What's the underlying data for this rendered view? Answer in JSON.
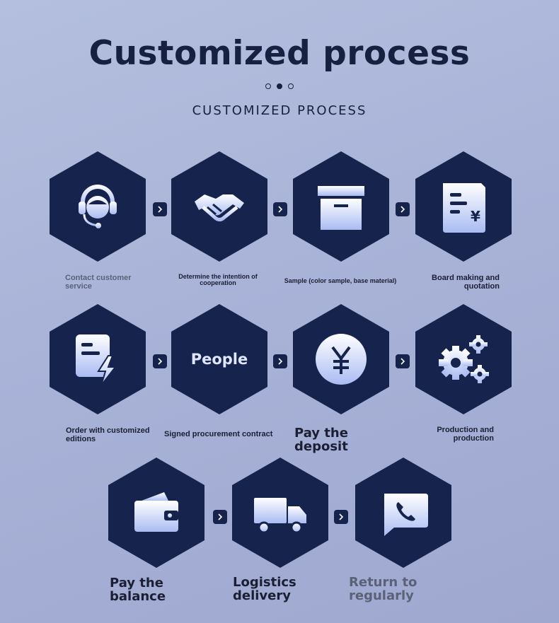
{
  "header": {
    "title": "Customized process",
    "subtitle": "CUSTOMIZED PROCESS"
  },
  "steps": [
    {
      "label": "Contact customer service",
      "icon": "headset-agent-icon"
    },
    {
      "label": "Determine the intention of cooperation",
      "icon": "handshake-icon"
    },
    {
      "label": "Sample (color sample, base material)",
      "icon": "box-icon"
    },
    {
      "label": "Board making and quotation",
      "icon": "yen-document-icon"
    },
    {
      "label": "Order with customized editions",
      "icon": "document-lightning-icon"
    },
    {
      "label": "Signed procurement contract",
      "icon_text": "People"
    },
    {
      "label": "Pay the deposit",
      "icon": "yen-coin-icon"
    },
    {
      "label": "Production and production",
      "icon": "gears-icon"
    },
    {
      "label": "Pay the balance",
      "icon": "wallet-icon"
    },
    {
      "label": "Logistics delivery",
      "icon": "truck-icon"
    },
    {
      "label": "Return to regularly",
      "icon": "phone-chat-icon"
    }
  ],
  "colors": {
    "hexagon": "#16244d",
    "icon_gradient_start": "#ffffff",
    "icon_gradient_end": "#a9bbf2",
    "title": "#17213f"
  }
}
